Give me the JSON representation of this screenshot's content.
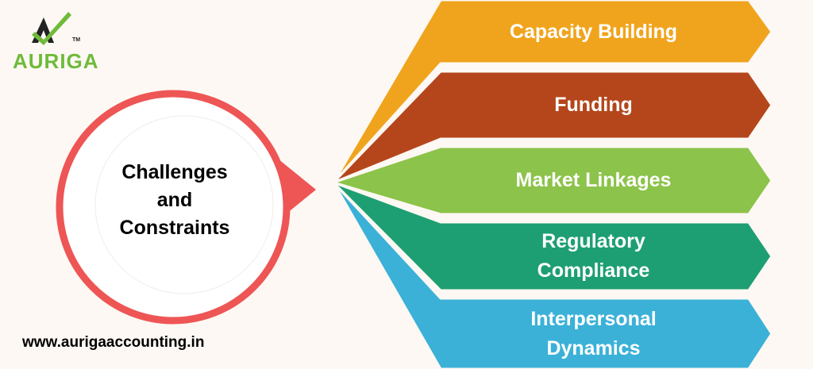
{
  "brand": {
    "name": "AURIGA",
    "tm": "TM",
    "color": "#6fba3b",
    "mark_color": "#222222"
  },
  "website": "www.aurigaaccounting.in",
  "center": {
    "lines": [
      "Challenges",
      "and",
      "Constraints"
    ],
    "ring_color": "#ee5555"
  },
  "items": [
    {
      "lines": [
        "Capacity Building"
      ],
      "color": "#f0a41d"
    },
    {
      "lines": [
        "Funding"
      ],
      "color": "#b5461b"
    },
    {
      "lines": [
        "Market Linkages"
      ],
      "color": "#8cc34a"
    },
    {
      "lines": [
        "Regulatory",
        "Compliance"
      ],
      "color": "#1e9f73"
    },
    {
      "lines": [
        "Interpersonal",
        "Dynamics"
      ],
      "color": "#3bb1d8"
    }
  ]
}
